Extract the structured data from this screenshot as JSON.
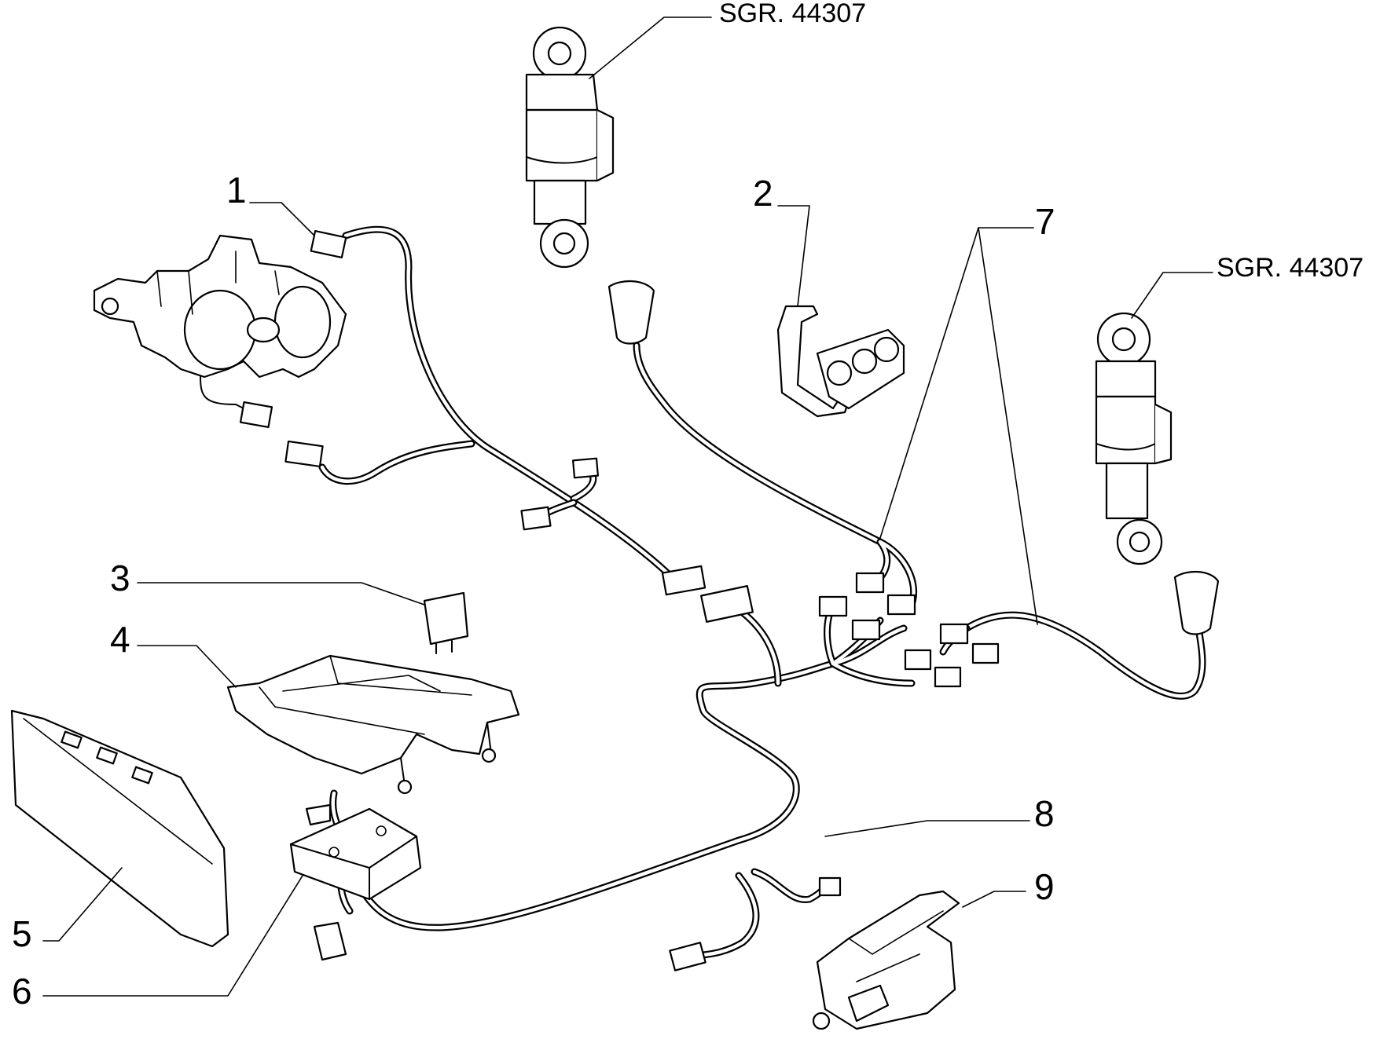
{
  "callouts": {
    "c1": "1",
    "c2": "2",
    "c3": "3",
    "c4": "4",
    "c5": "5",
    "c6": "6",
    "c7": "7",
    "c8": "8",
    "c9": "9"
  },
  "references": {
    "top": "SGR. 44307",
    "right": "SGR. 44307"
  }
}
